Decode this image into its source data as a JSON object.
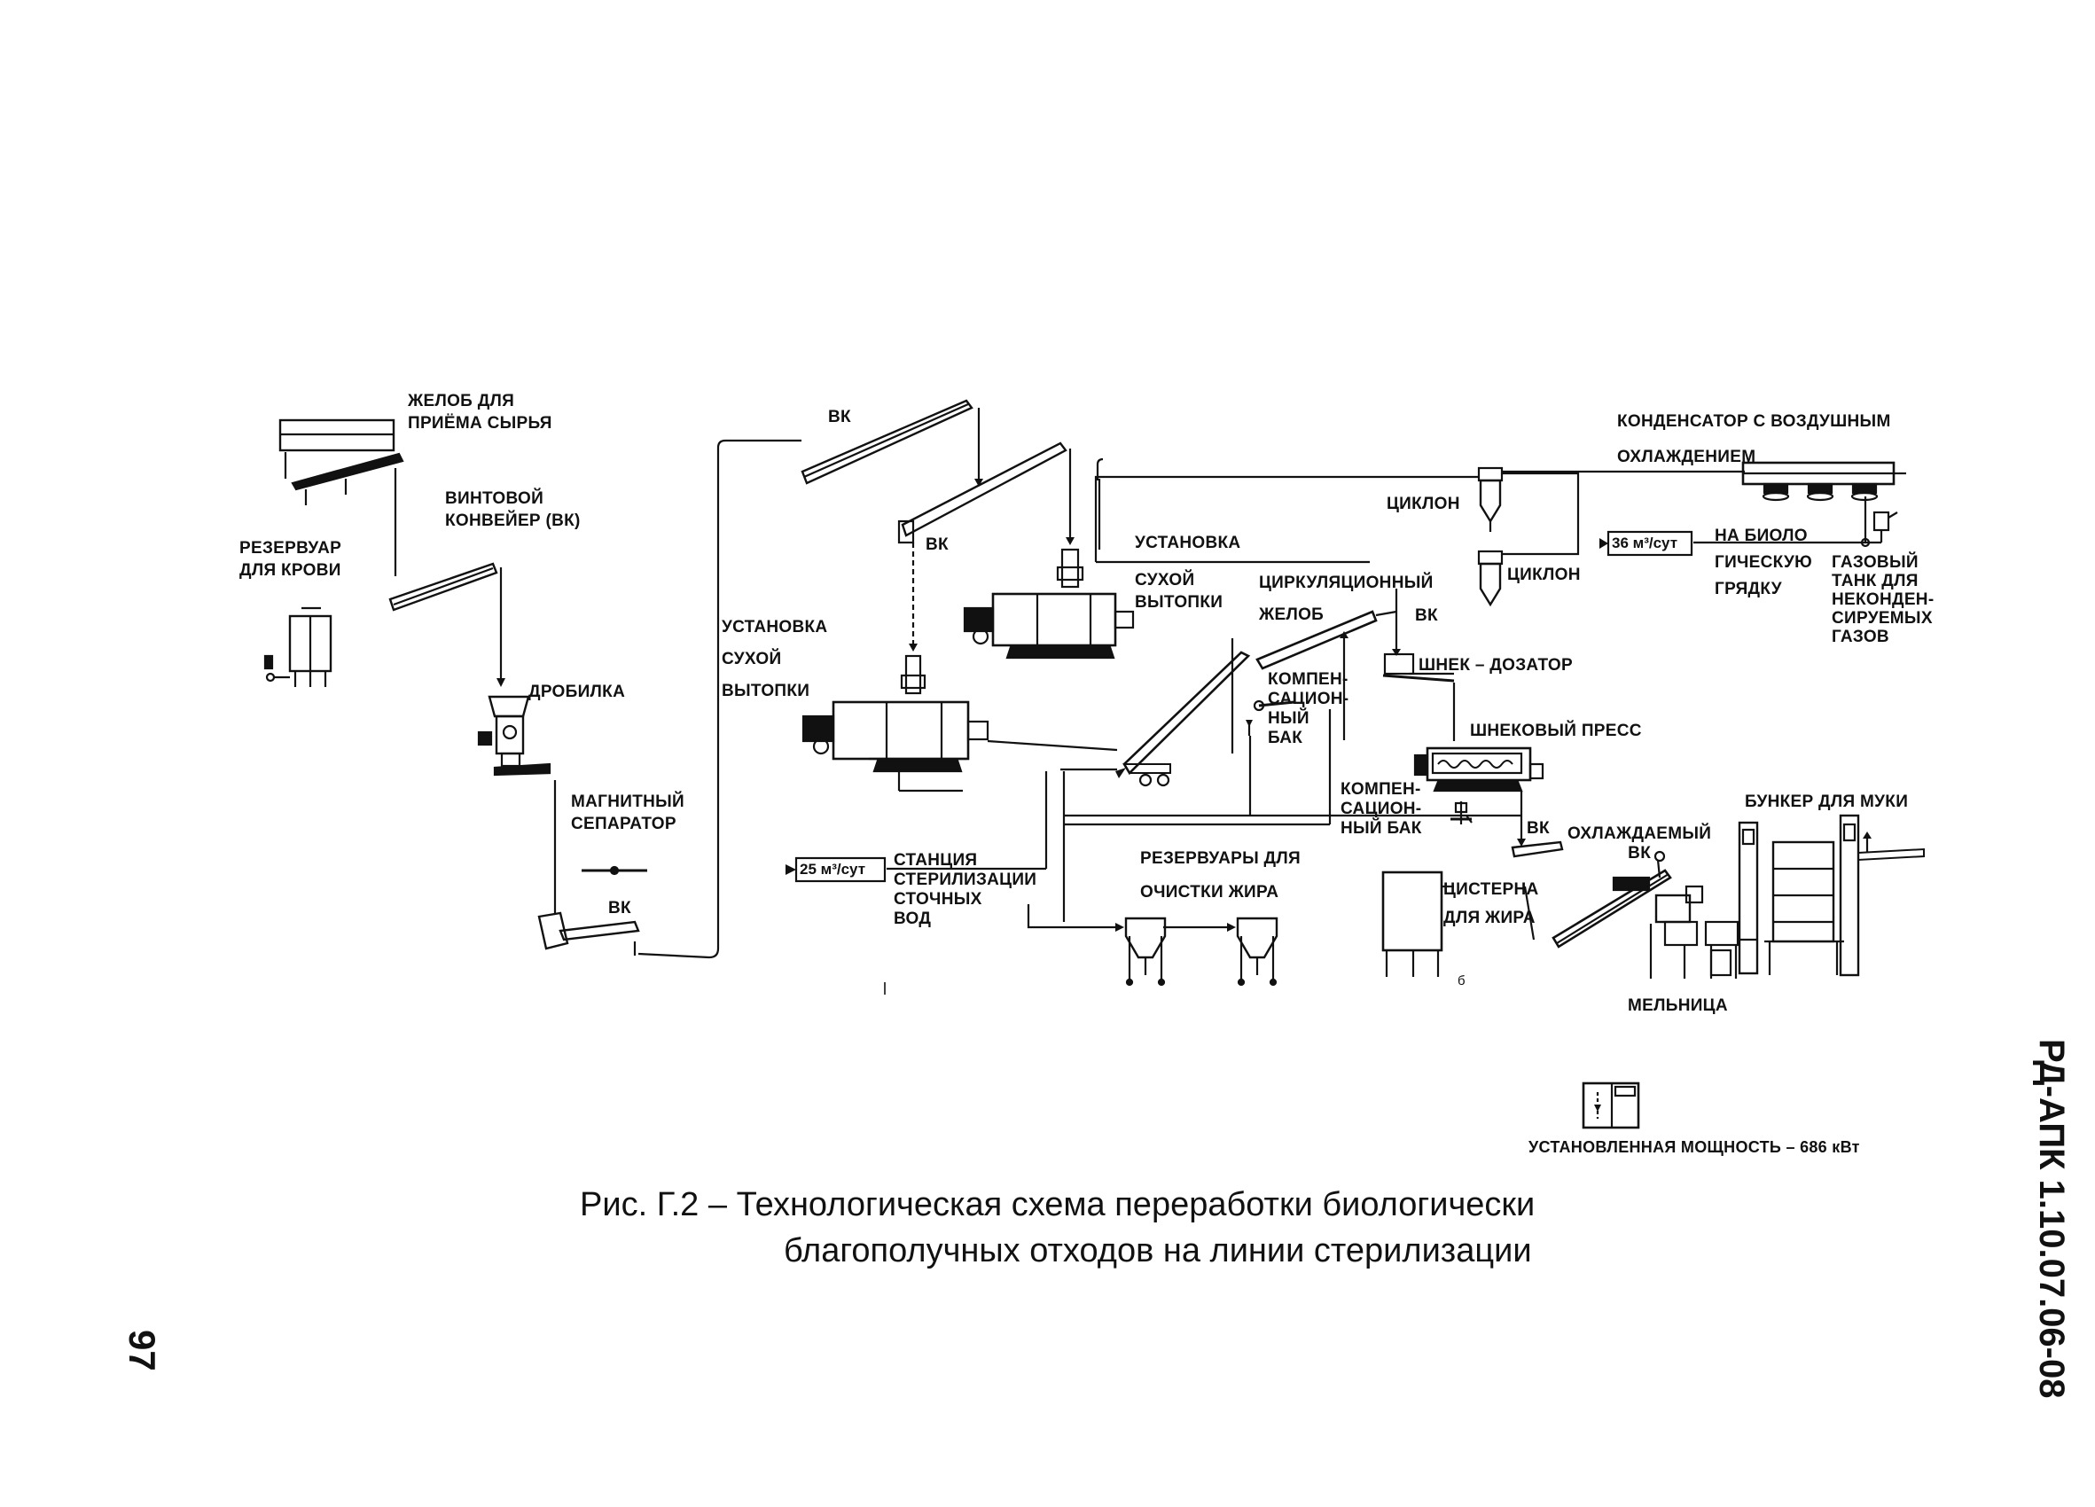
{
  "labels": {
    "chute": "ЖЕЛОБ ДЛЯ\nПРИЁМА СЫРЬЯ",
    "screw_conveyor": "ВИНТОВОЙ\nКОНВЕЙЕР (ВК)",
    "blood_tank": "РЕЗЕРВУАР\nДЛЯ КРОВИ",
    "crusher": "ДРОБИЛКА",
    "magnetic_separator": "МАГНИТНЫЙ\nСЕПАРАТОР",
    "vk_bottom": "ВК",
    "vk_top": "ВК",
    "vk_mid": "ВК",
    "vk_circ": "ВК",
    "vk_right": "ВК",
    "dry_rendering_1": "УСТАНОВКА\nСУХОЙ\nВЫТОПКИ",
    "dry_rendering_2_line1": "УСТАНОВКА",
    "dry_rendering_2_line2": "СУХОЙ\nВЫТОПКИ",
    "circulation_chute": "ЦИРКУЛЯЦИОННЫЙ\nЖЕЛОБ",
    "comp_tank_1": "КОМПЕН-\nСАЦИОН-\nНЫЙ\nБАК",
    "comp_tank_2": "КОМПЕН-\nСАЦИОН-\nНЫЙ БАК",
    "cyclone_1": "ЦИКЛОН",
    "cyclone_2": "ЦИКЛОН",
    "condenser": "КОНДЕНСАТОР С ВОЗДУШНЫМ\nОХЛАЖДЕНИЕМ",
    "bio_bed": "НА БИОЛО\nГИЧЕСКУЮ\nГРЯДКУ",
    "gas_tank": "ГАЗОВЫЙ\nТАНК ДЛЯ\nНЕКОНДЕН-\nСИРУЕМЫХ\nГАЗОВ",
    "screw_doser": "ШНЕК – ДОЗАТОР",
    "screw_press": "ШНЕКОВЫЙ ПРЕСС",
    "flour_bunker": "БУНКЕР ДЛЯ МУКИ",
    "cooled_vk": "ОХЛАЖДАЕМЫЙ\nВК",
    "fat_cistern": "ЦИСТЕРНА\nДЛЯ ЖИРА",
    "mill": "МЕЛЬНИЦА",
    "fat_cleaning": "РЕЗЕРВУАРЫ ДЛЯ\nОЧИСТКИ ЖИРА",
    "sterilization_station": "СТАНЦИЯ\nСТЕРИЛИЗАЦИИ\nСТОЧНЫХ\nВОД",
    "installed_power": "УСТАНОВЛЕННАЯ МОЩНОСТЬ – 686 кВт",
    "small_b": "б"
  },
  "flows": {
    "waste_water": "25 м³/сут",
    "bio_bed_flow": "36 м³/сут"
  },
  "caption": {
    "line1": "Рис. Г.2 – Технологическая схема переработки биологически",
    "line2": "благополучных отходов на линии стерилизации"
  },
  "side_code": "РД-АПК 1.10.07.06-08",
  "page_number": "97"
}
